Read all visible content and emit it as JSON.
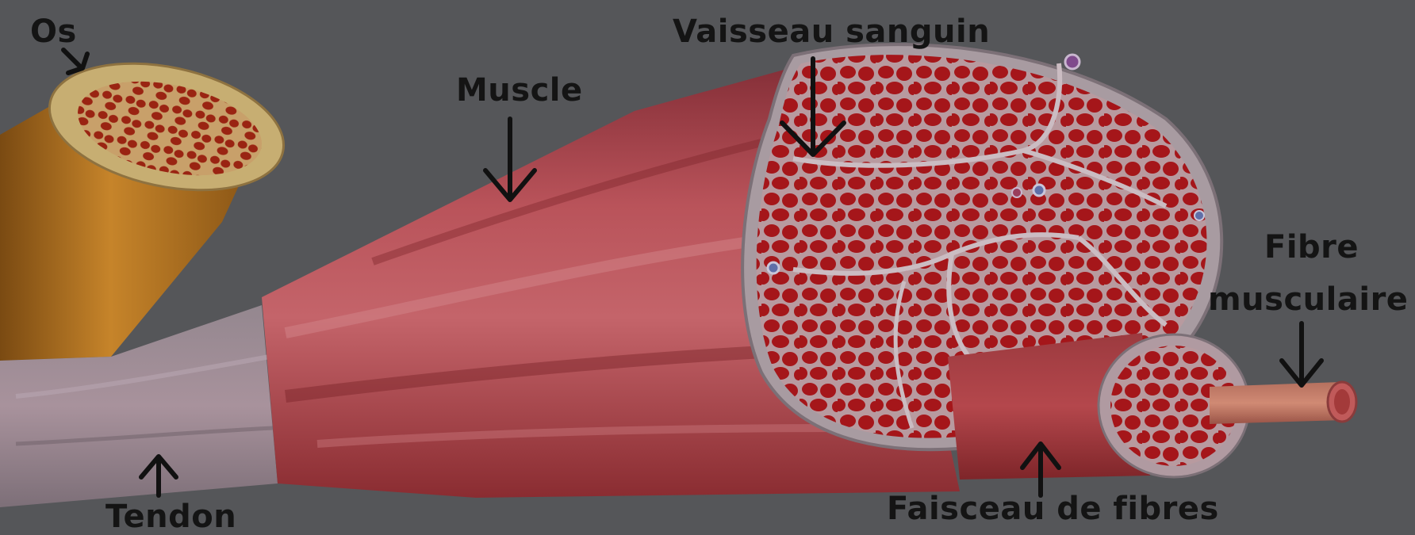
{
  "labels": {
    "os": "Os",
    "muscle": "Muscle",
    "vaisseau": "Vaisseau sanguin",
    "fibre_line1": "Fibre",
    "fibre_line2": "musculaire",
    "tendon": "Tendon",
    "faisceau": "Faisceau de fibres"
  },
  "colors": {
    "background": "#555659",
    "muscle": "#b9494f",
    "muscle_dark": "#8e2a2f",
    "bone": "#b5741f",
    "tendon": "#8f7f8a",
    "sheath": "#a79ea4",
    "fiber": "#a5161a",
    "label_text": "#141414"
  }
}
